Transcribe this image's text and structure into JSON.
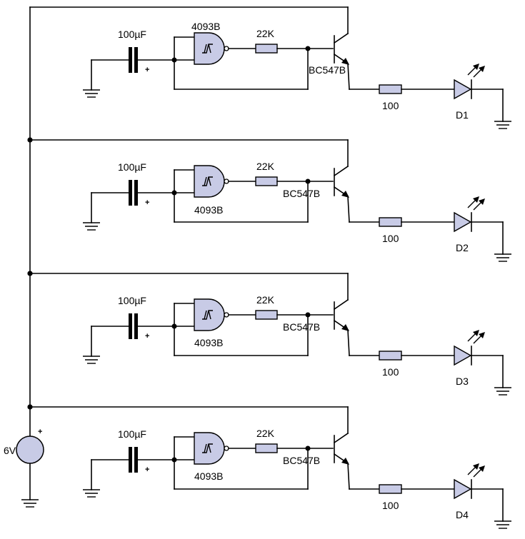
{
  "colors": {
    "component_fill": "#c8cbe6",
    "wire": "#000000",
    "battery_fill": "#c8cbe6",
    "background": "#ffffff"
  },
  "supply": {
    "label": "6V",
    "polarity": "+"
  },
  "stages": [
    {
      "cap_label": "100µF",
      "cap_polarity": "+",
      "gate_label": "4093B",
      "base_res_label": "22K",
      "transistor_label": "BC547B",
      "led_res_label": "100",
      "led_label": "D1"
    },
    {
      "cap_label": "100µF",
      "cap_polarity": "+",
      "gate_label": "4093B",
      "base_res_label": "22K",
      "transistor_label": "BC547B",
      "led_res_label": "100",
      "led_label": "D2"
    },
    {
      "cap_label": "100µF",
      "cap_polarity": "+",
      "gate_label": "4093B",
      "base_res_label": "22K",
      "transistor_label": "BC547B",
      "led_res_label": "100",
      "led_label": "D3"
    },
    {
      "cap_label": "100µF",
      "cap_polarity": "+",
      "gate_label": "4093B",
      "base_res_label": "22K",
      "transistor_label": "BC547B",
      "led_res_label": "100",
      "led_label": "D4"
    }
  ]
}
